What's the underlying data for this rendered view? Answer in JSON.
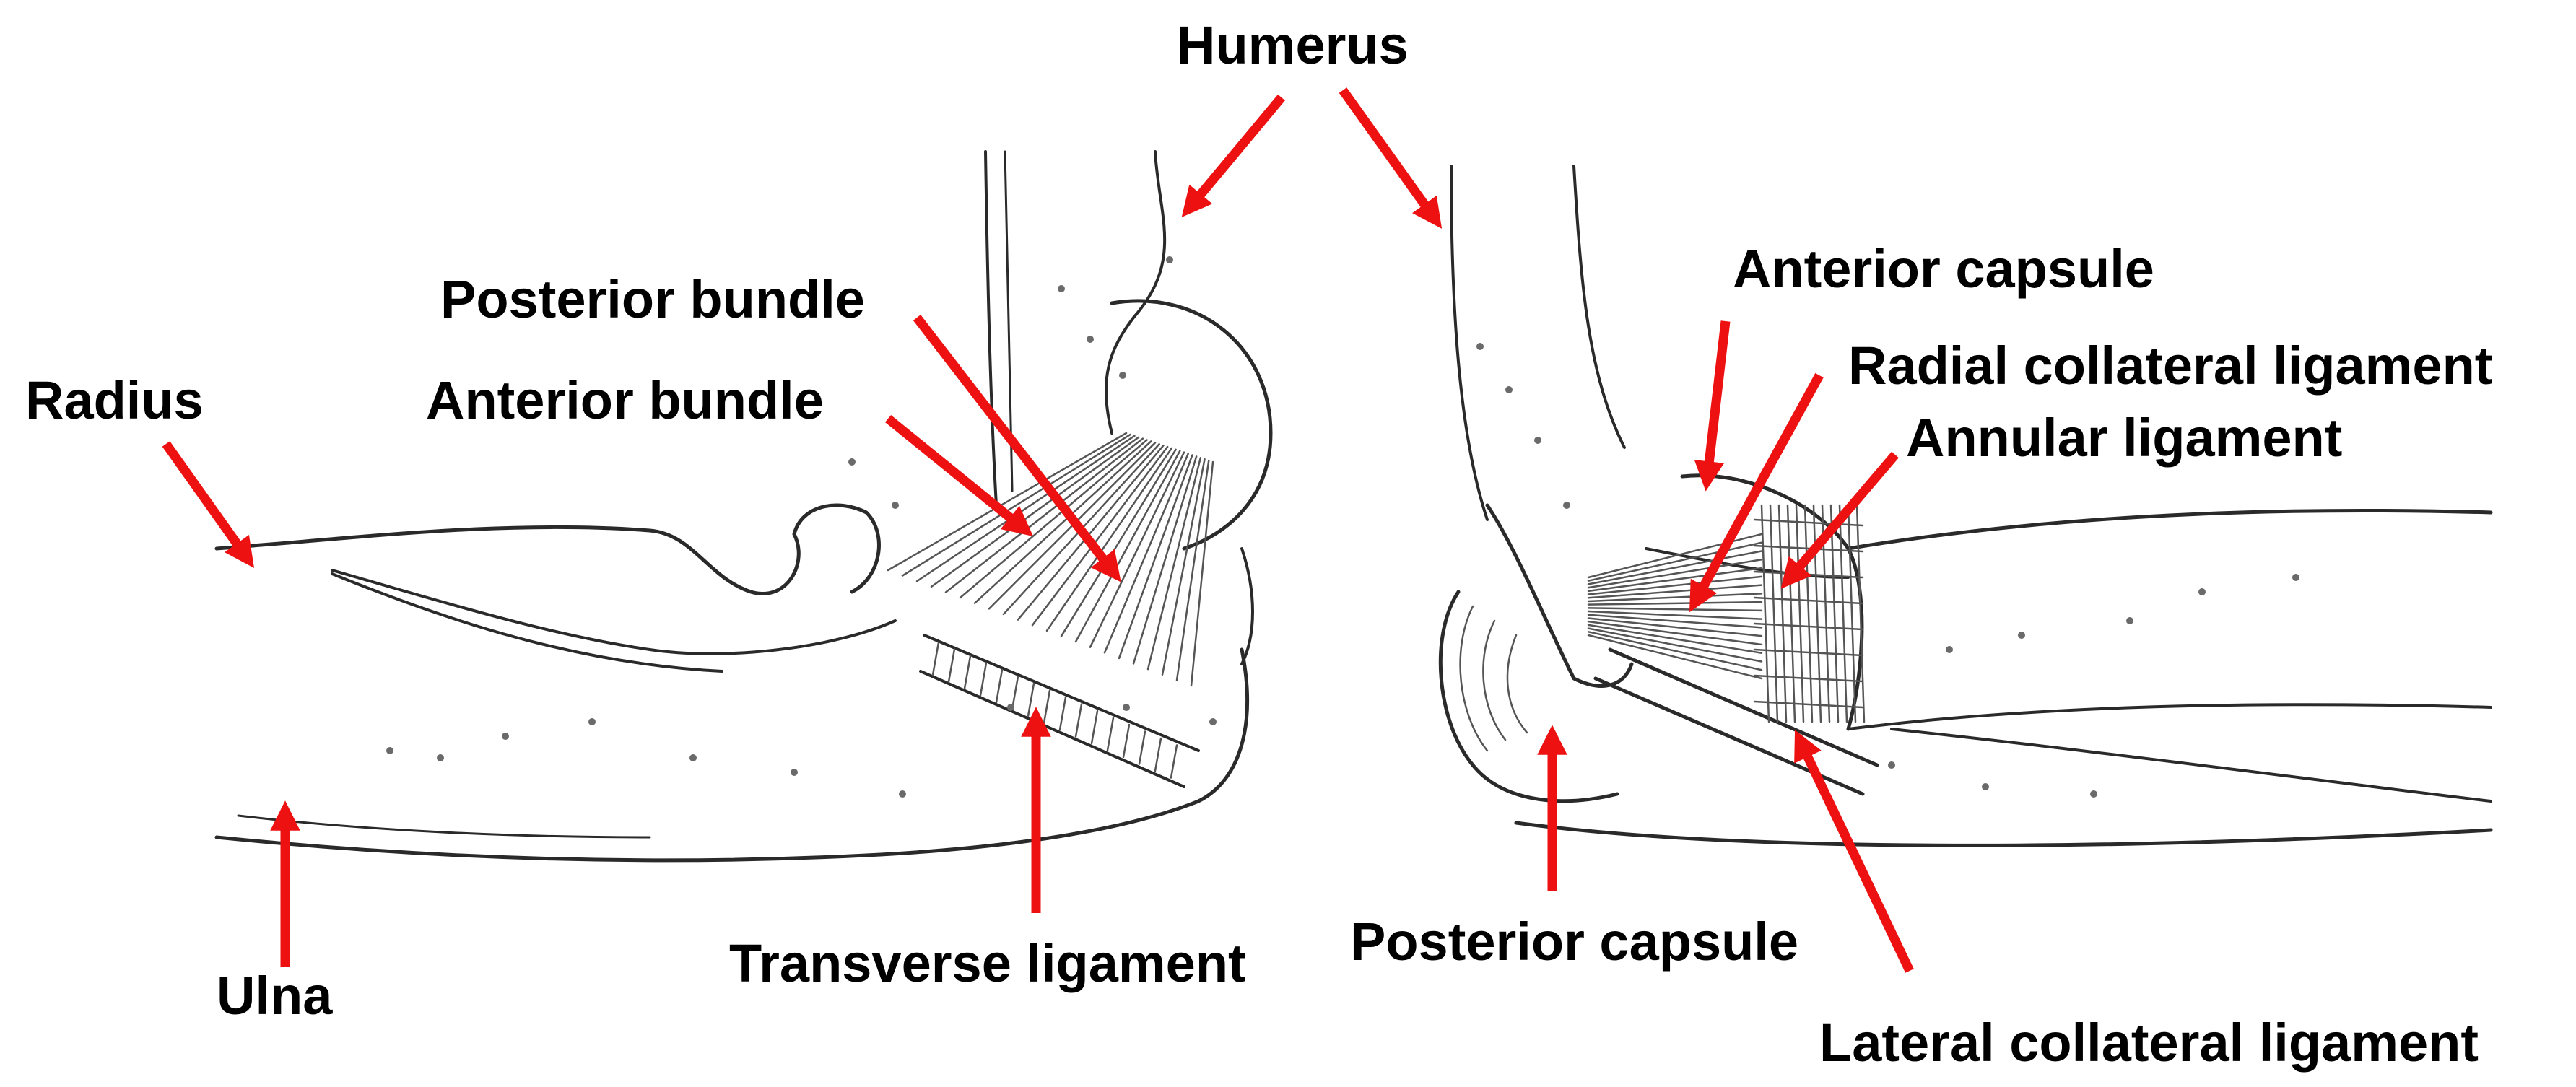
{
  "colors": {
    "arrow": "#ee1111",
    "ink": "#2a2a2a",
    "label": "#000000"
  },
  "labels": {
    "humerus": "Humerus",
    "posterior_bundle": "Posterior bundle",
    "radius": "Radius",
    "anterior_bundle": "Anterior bundle",
    "ulna": "Ulna",
    "transverse_ligament": "Transverse ligament",
    "anterior_capsule": "Anterior capsule",
    "radial_collateral_ligament": "Radial collateral ligament",
    "annular_ligament": "Annular ligament",
    "posterior_capsule": "Posterior capsule",
    "lateral_collateral_ligament": "Lateral collateral ligament"
  }
}
